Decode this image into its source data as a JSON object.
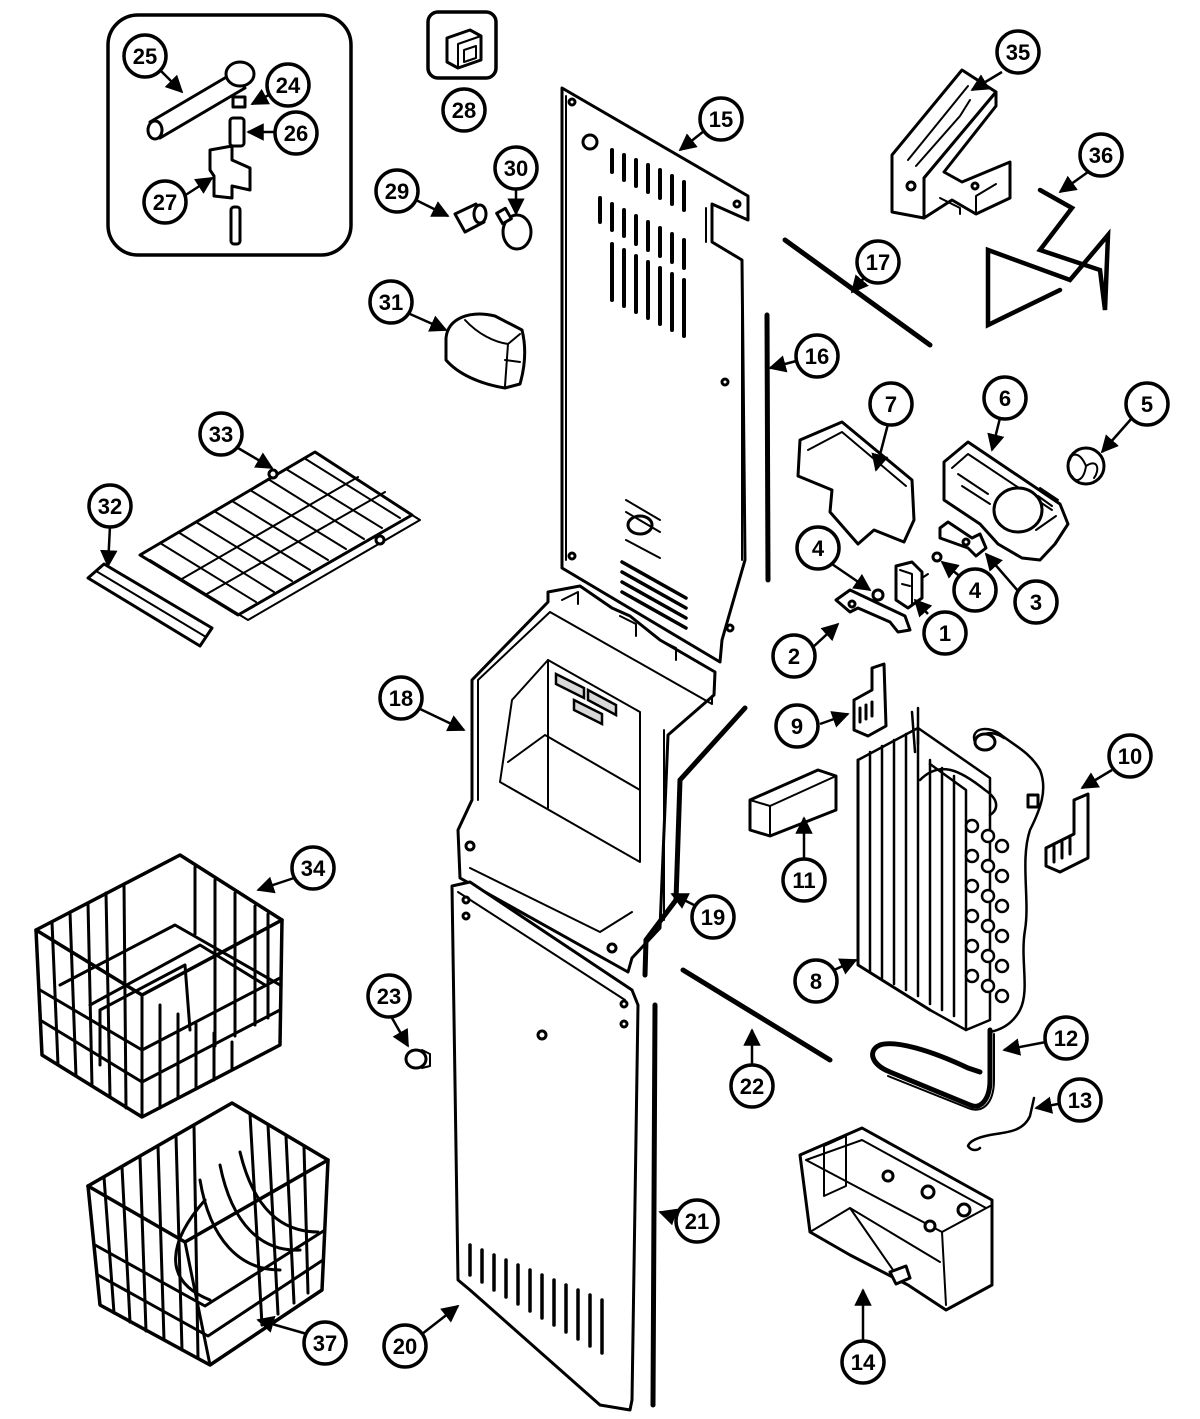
{
  "callouts": [
    {
      "label": "1"
    },
    {
      "label": "2"
    },
    {
      "label": "3"
    },
    {
      "label": "4"
    },
    {
      "label": "4"
    },
    {
      "label": "5"
    },
    {
      "label": "6"
    },
    {
      "label": "7"
    },
    {
      "label": "8"
    },
    {
      "label": "9"
    },
    {
      "label": "10"
    },
    {
      "label": "11"
    },
    {
      "label": "12"
    },
    {
      "label": "13"
    },
    {
      "label": "14"
    },
    {
      "label": "15"
    },
    {
      "label": "16"
    },
    {
      "label": "17"
    },
    {
      "label": "18"
    },
    {
      "label": "19"
    },
    {
      "label": "20"
    },
    {
      "label": "21"
    },
    {
      "label": "22"
    },
    {
      "label": "23"
    },
    {
      "label": "24"
    },
    {
      "label": "25"
    },
    {
      "label": "26"
    },
    {
      "label": "27"
    },
    {
      "label": "28"
    },
    {
      "label": "29"
    },
    {
      "label": "30"
    },
    {
      "label": "31"
    },
    {
      "label": "32"
    },
    {
      "label": "33"
    },
    {
      "label": "34"
    },
    {
      "label": "35"
    },
    {
      "label": "36"
    },
    {
      "label": "37"
    }
  ]
}
